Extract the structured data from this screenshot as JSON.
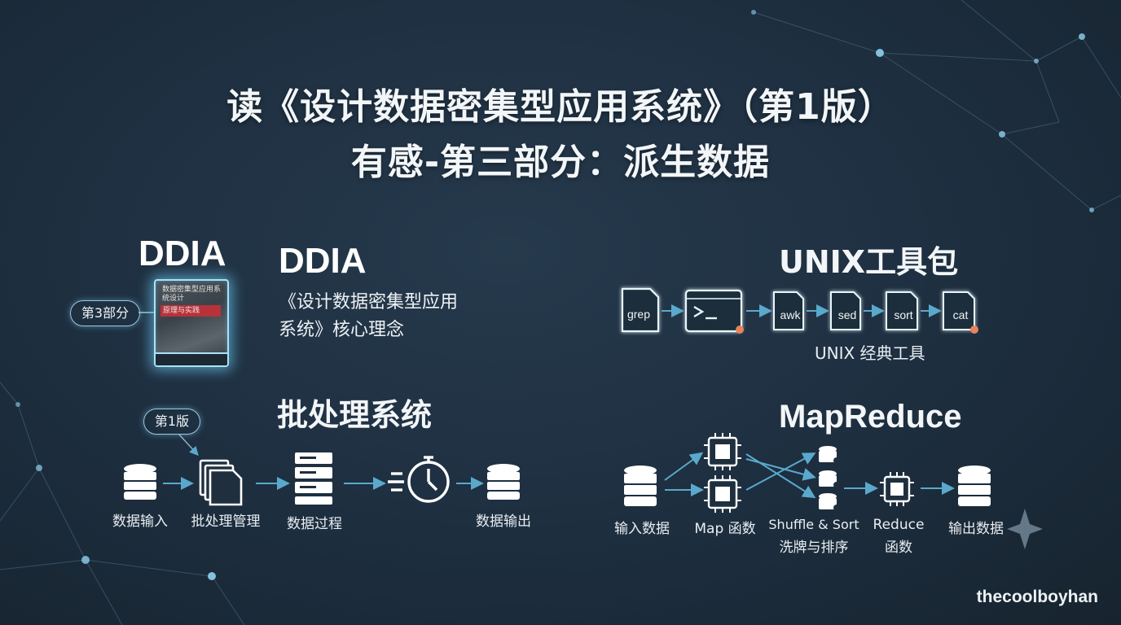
{
  "title": {
    "line1": "读《设计数据密集型应用系统》（第1版）",
    "line2": "有感-第三部分：派生数据"
  },
  "ddia": {
    "book_logo": "DDIA",
    "part_pill": "第3部分",
    "book_cover_title": "数据密集型应用系统设计",
    "book_cover_band": "原理与实践",
    "heading": "DDIA",
    "desc_line1": "《设计数据密集型应用",
    "desc_line2": "系统》核心理念"
  },
  "unix": {
    "heading": "UNIX工具包",
    "tools": [
      "grep",
      "awk",
      "sed",
      "sort",
      "cat"
    ],
    "caption": "UNIX 经典工具"
  },
  "batch": {
    "heading": "批处理系统",
    "edition_pill": "第1版",
    "labels": [
      "数据输入",
      "批处理管理",
      "数据过程",
      "数据输出"
    ]
  },
  "mapreduce": {
    "heading": "MapReduce",
    "labels": {
      "input": "输入数据",
      "map": "Map 函数",
      "shuffle_line1": "Shuffle & Sort",
      "shuffle_line2": "洗牌与排序",
      "reduce_line1": "Reduce",
      "reduce_line2": "函数",
      "output": "输出数据"
    }
  },
  "watermark": "thecoolboyhan",
  "colors": {
    "background": "#1d2e3f",
    "accent_glow": "#7fd3f5",
    "arrow": "#5aa9cc",
    "book_band": "#b8323a"
  }
}
